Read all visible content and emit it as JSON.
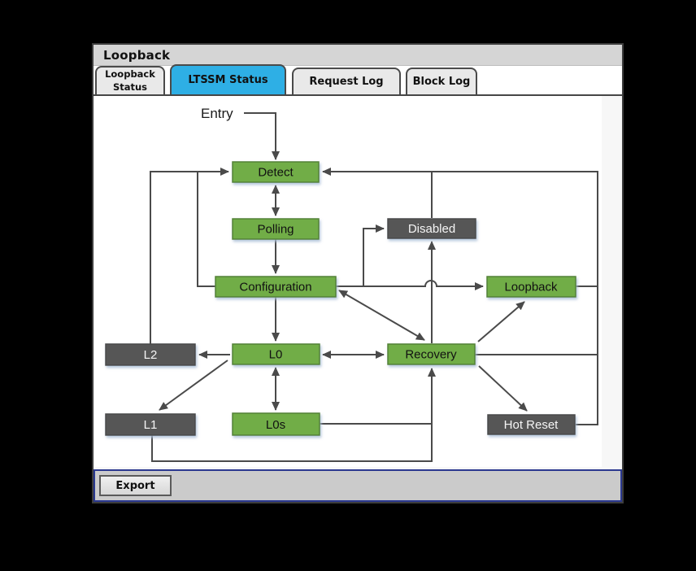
{
  "window": {
    "title": "Loopback"
  },
  "tabs": [
    {
      "label": "Loopback Status",
      "active": false
    },
    {
      "label": "LTSSM Status",
      "active": true
    },
    {
      "label": "Request Log",
      "active": false
    },
    {
      "label": "Block Log",
      "active": false
    }
  ],
  "toolbar": {
    "export_label": "Export"
  },
  "colors": {
    "tab_active": "#2eafe5",
    "state_active_fill": "#71ad47",
    "state_active_border": "#538135",
    "state_inactive_fill": "#575757",
    "line": "#4a4a4a",
    "bottom_bar_border": "#2b3990"
  },
  "diagram": {
    "entry_label": "Entry",
    "nodes": {
      "detect": {
        "label": "Detect",
        "type": "active"
      },
      "polling": {
        "label": "Polling",
        "type": "active"
      },
      "configuration": {
        "label": "Configuration",
        "type": "active"
      },
      "disabled": {
        "label": "Disabled",
        "type": "inactive"
      },
      "loopback": {
        "label": "Loopback",
        "type": "active"
      },
      "l0": {
        "label": "L0",
        "type": "active"
      },
      "recovery": {
        "label": "Recovery",
        "type": "active"
      },
      "l2": {
        "label": "L2",
        "type": "inactive"
      },
      "l1": {
        "label": "L1",
        "type": "inactive"
      },
      "l0s": {
        "label": "L0s",
        "type": "active"
      },
      "hot_reset": {
        "label": "Hot Reset",
        "type": "inactive"
      }
    },
    "edges": [
      {
        "from": "entry",
        "to": "detect",
        "bidirectional": false
      },
      {
        "from": "detect",
        "to": "polling",
        "bidirectional": true
      },
      {
        "from": "polling",
        "to": "configuration",
        "bidirectional": false
      },
      {
        "from": "configuration",
        "to": "l0",
        "bidirectional": false
      },
      {
        "from": "l0",
        "to": "l0s",
        "bidirectional": true
      },
      {
        "from": "l2",
        "to": "detect",
        "bidirectional": false
      },
      {
        "from": "configuration",
        "to": "detect",
        "bidirectional": false
      },
      {
        "from": "configuration",
        "to": "disabled",
        "bidirectional": false
      },
      {
        "from": "configuration",
        "to": "loopback",
        "bidirectional": false
      },
      {
        "from": "configuration",
        "to": "recovery",
        "bidirectional": true
      },
      {
        "from": "recovery",
        "to": "disabled",
        "bidirectional": false
      },
      {
        "from": "recovery",
        "to": "loopback",
        "bidirectional": false
      },
      {
        "from": "recovery",
        "to": "hot_reset",
        "bidirectional": false
      },
      {
        "from": "l0",
        "to": "l2",
        "bidirectional": false
      },
      {
        "from": "l0",
        "to": "recovery",
        "bidirectional": true
      },
      {
        "from": "l0",
        "to": "l1",
        "bidirectional": false
      },
      {
        "from": "l0s",
        "to": "recovery",
        "bidirectional": false
      },
      {
        "from": "l1",
        "to": "recovery",
        "bidirectional": false
      },
      {
        "from": "loopback",
        "to": "detect",
        "bidirectional": false
      },
      {
        "from": "recovery",
        "to": "detect",
        "bidirectional": false
      },
      {
        "from": "hot_reset",
        "to": "detect",
        "bidirectional": false
      },
      {
        "from": "disabled",
        "to": "detect",
        "bidirectional": false
      }
    ]
  }
}
